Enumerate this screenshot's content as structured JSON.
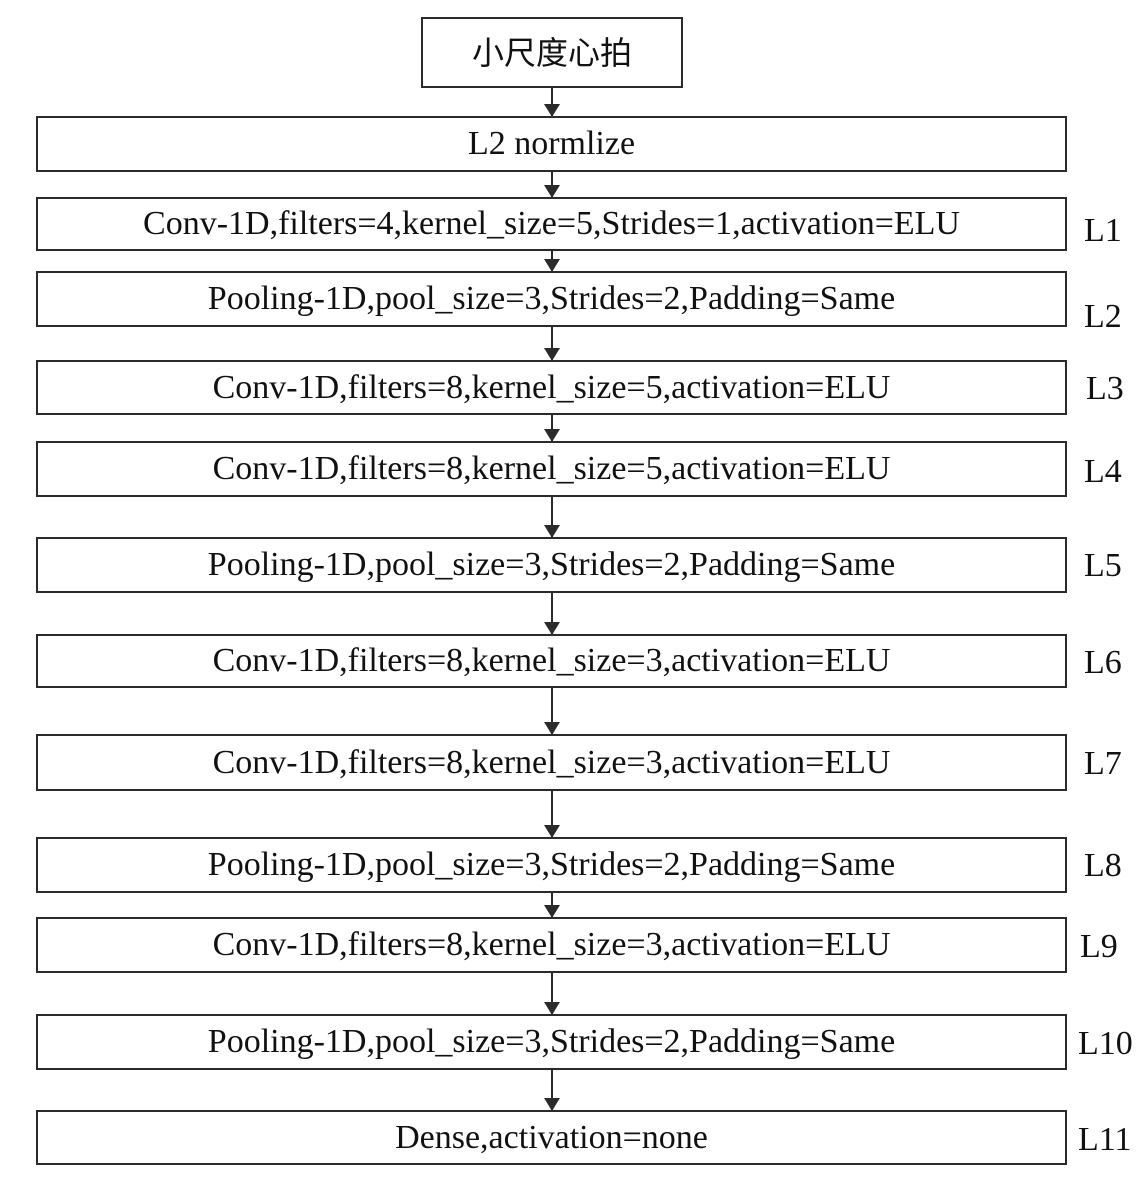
{
  "input_box": {
    "label": "小尺度心拍"
  },
  "normalize_box": {
    "label": "L2 normlize"
  },
  "layers": [
    {
      "tag": "L1",
      "label": "Conv-1D,filters=4,kernel_size=5,Strides=1,activation=ELU"
    },
    {
      "tag": "L2",
      "label": "Pooling-1D,pool_size=3,Strides=2,Padding=Same"
    },
    {
      "tag": "L3",
      "label": "Conv-1D,filters=8,kernel_size=5,activation=ELU"
    },
    {
      "tag": "L4",
      "label": "Conv-1D,filters=8,kernel_size=5,activation=ELU"
    },
    {
      "tag": "L5",
      "label": "Pooling-1D,pool_size=3,Strides=2,Padding=Same"
    },
    {
      "tag": "L6",
      "label": "Conv-1D,filters=8,kernel_size=3,activation=ELU"
    },
    {
      "tag": "L7",
      "label": "Conv-1D,filters=8,kernel_size=3,activation=ELU"
    },
    {
      "tag": "L8",
      "label": "Pooling-1D,pool_size=3,Strides=2,Padding=Same"
    },
    {
      "tag": "L9",
      "label": "Conv-1D,filters=8,kernel_size=3,activation=ELU"
    },
    {
      "tag": "L10",
      "label": "Pooling-1D,pool_size=3,Strides=2,Padding=Same"
    },
    {
      "tag": "L11",
      "label": "Dense,activation=none"
    }
  ]
}
